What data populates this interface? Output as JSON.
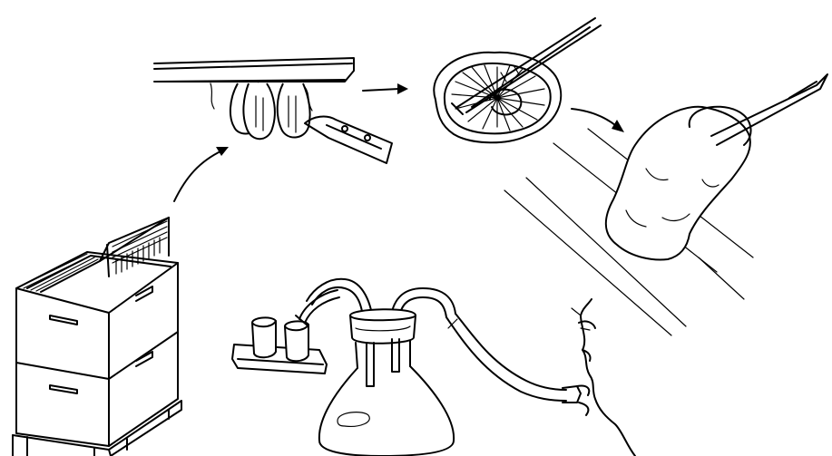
{
  "illustration": {
    "line_color": "#000000",
    "background_color": "#ffffff",
    "steps": [
      {
        "id": "beehive",
        "icon": "beehive-icon"
      },
      {
        "id": "frame-with-queen-cups",
        "icon": "queen-cups-icon"
      },
      {
        "id": "queen-cell-opened",
        "icon": "opened-cell-icon"
      },
      {
        "id": "royal-jelly-extraction",
        "icon": "spatula-cup-icon"
      },
      {
        "id": "suction-flask",
        "icon": "flask-icon"
      }
    ]
  }
}
